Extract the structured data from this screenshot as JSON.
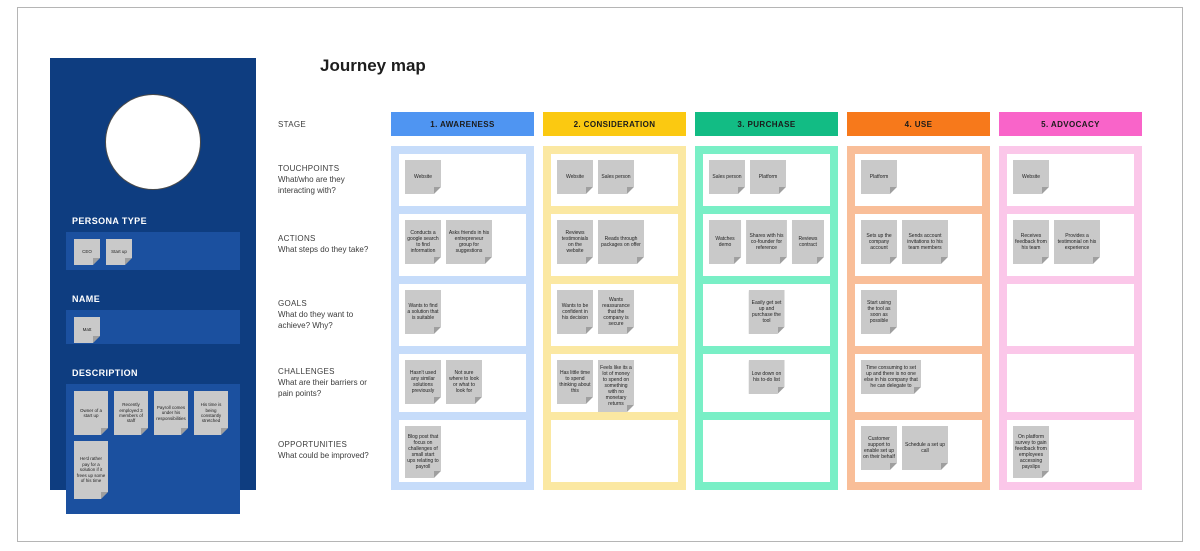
{
  "title": "Journey map",
  "colors": {
    "panel": "#0e3d80",
    "panel_band": "#1b509f",
    "sticky": "#c9c9c9"
  },
  "persona": {
    "persona_type": {
      "label": "PERSONA TYPE",
      "stickies": [
        "CEO",
        "Start up"
      ]
    },
    "name": {
      "label": "NAME",
      "stickies": [
        "Matt"
      ]
    },
    "description": {
      "label": "DESCRIPTION",
      "stickies": [
        "Owner of a start up",
        "Recently employed 3 members of staff",
        "Payroll comes under his responsibilities",
        "His time is being constantly stretched",
        "He'd rather pay for a solution if it frees up some of his time"
      ]
    }
  },
  "rows": [
    {
      "label": "STAGE",
      "sublabel": ""
    },
    {
      "label": "TOUCHPOINTS",
      "sublabel": "What/who are they interacting with?"
    },
    {
      "label": "ACTIONS",
      "sublabel": "What steps do they take?"
    },
    {
      "label": "GOALS",
      "sublabel": "What do they want to achieve? Why?"
    },
    {
      "label": "CHALLENGES",
      "sublabel": "What are their barriers or pain points?"
    },
    {
      "label": "OPPORTUNITIES",
      "sublabel": "What could be improved?"
    }
  ],
  "stages": [
    {
      "name": "1. AWARENESS",
      "header_color": "#4f95f2",
      "tint_color": "#c6dcfa",
      "touchpoints": [
        "Website"
      ],
      "actions": [
        "Conducts a google search to find information",
        "Asks friends in his entrepreneur group for suggestions"
      ],
      "goals": [
        "Wants to find a solution that is suitable"
      ],
      "challenges": [
        "Hasn't used any similar solutions previously",
        "Not sure where to look or what to look for"
      ],
      "opportunities": [
        "Blog post that focus on challenges of small start ups relating to payroll"
      ]
    },
    {
      "name": "2. CONSIDERATION",
      "header_color": "#fbc911",
      "tint_color": "#fbe8a2",
      "touchpoints": [
        "Website",
        "Sales person"
      ],
      "actions": [
        "Reviews testimonials on the website",
        "Reads through packages on offer"
      ],
      "goals": [
        "Wants to be confident in his decision",
        "Wants reassurance that the company is secure"
      ],
      "challenges": [
        "Has little time to spend thinking about this",
        "Feels like its a lot of money to spend on something with no monetary returns"
      ],
      "opportunities": []
    },
    {
      "name": "3. PURCHASE",
      "header_color": "#12bc84",
      "tint_color": "#79efc6",
      "touchpoints": [
        "Sales person",
        "Platform"
      ],
      "actions": [
        "Watches demo",
        "Shares with his co-founder for reference",
        "Reviews contract"
      ],
      "goals": [
        "Easily get set up and purchase the tool"
      ],
      "challenges": [
        "Low down on his to-do list"
      ],
      "opportunities": []
    },
    {
      "name": "4. USE",
      "header_color": "#f7791b",
      "tint_color": "#f9be98",
      "touchpoints": [
        "Platform"
      ],
      "actions": [
        "Sets up the company account",
        "Sends account invitations to his team members"
      ],
      "goals": [
        "Start using the tool as soon as possible"
      ],
      "challenges": [
        "Time consuming to set up and there is no one else in his company that he can delegate to"
      ],
      "opportunities": [
        "Customer support to enable set up on their behalf",
        "Schedule a set up call"
      ]
    },
    {
      "name": "5. ADVOCACY",
      "header_color": "#f964c9",
      "tint_color": "#fbc7e9",
      "touchpoints": [
        "Website"
      ],
      "actions": [
        "Receives feedback from his team",
        "Provides a testimonial on his experience"
      ],
      "goals": [],
      "challenges": [],
      "opportunities": [
        "On platform survey to gain feedback from employees accessing payslips"
      ]
    }
  ]
}
